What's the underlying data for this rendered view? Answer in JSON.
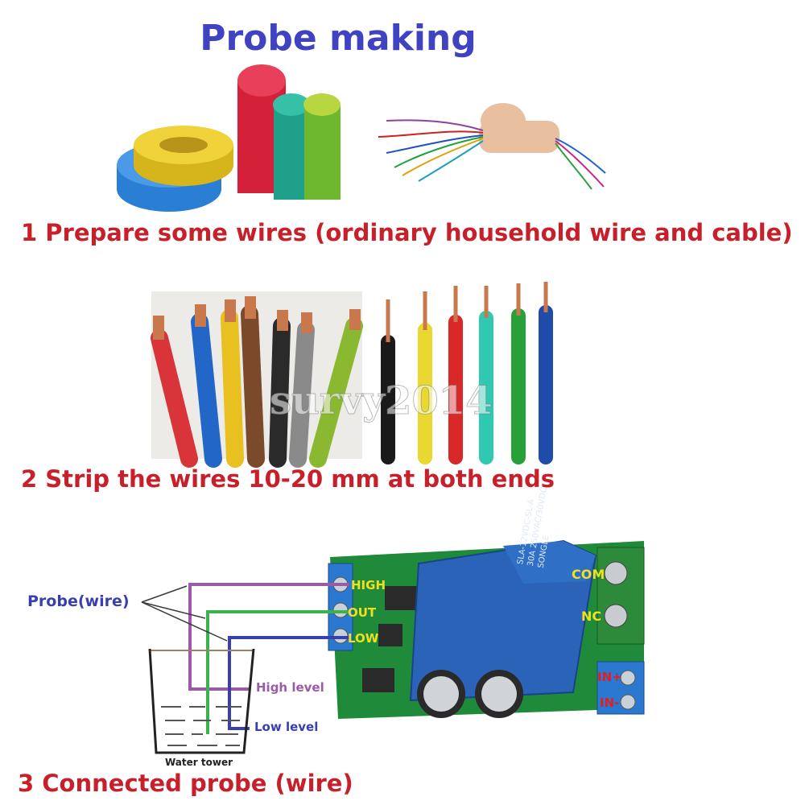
{
  "page": {
    "title": "Probe making",
    "steps": [
      "1 Prepare some wires (ordinary household wire and cable)",
      "2 Strip the wires 10-20 mm at both ends",
      "3 Connected probe (wire)"
    ],
    "watermark": "survy2014"
  },
  "diagram": {
    "probe_label": "Probe(wire)",
    "high_level": "High level",
    "low_level": "Low level",
    "water_tower": "Water tower",
    "terminals": [
      "HIGH",
      "OUT",
      "LOW"
    ],
    "relay_terminals": [
      "COM",
      "NC"
    ],
    "input_terminals": [
      "IN+",
      "IN-"
    ],
    "relay_text": [
      "SLA-12VDC-SL-A",
      "30A 250VAC/30VDC",
      "SONGLE"
    ],
    "colors": {
      "title": "#3f43c2",
      "step": "#c8202a",
      "high_wire": "#9b5aa8",
      "out_wire": "#3cb34a",
      "low_wire": "#3840b0",
      "pcb": "#1f8a3a",
      "relay": "#2a63b8"
    }
  }
}
